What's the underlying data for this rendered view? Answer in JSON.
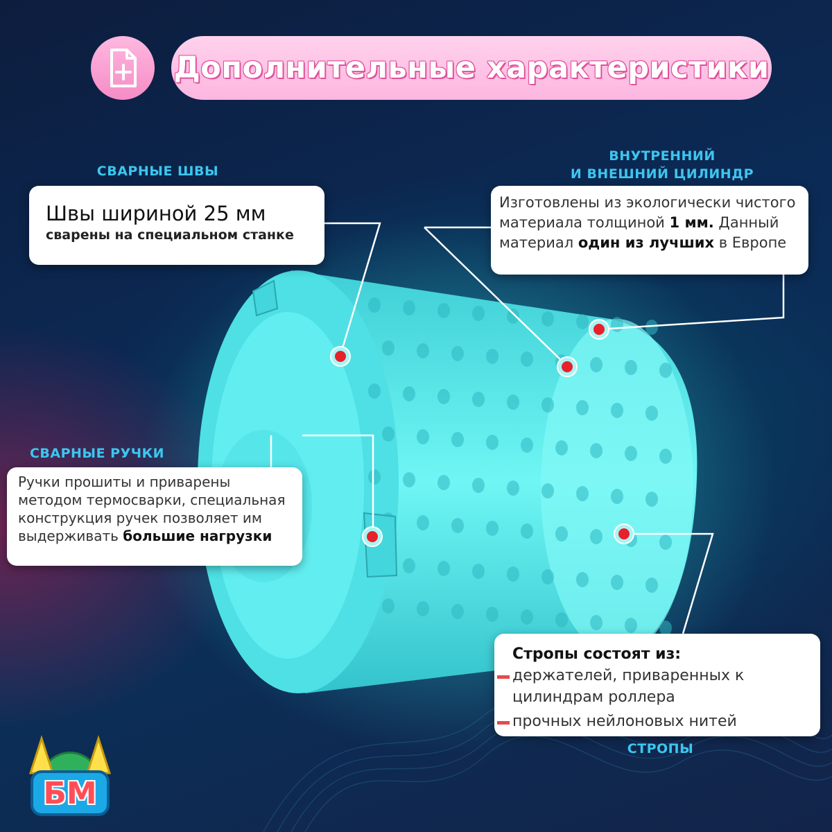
{
  "header": {
    "title": "Дополнительные характеристики",
    "icon": "file-plus-icon"
  },
  "seams": {
    "label": "Сварные швы",
    "big": "Швы шириной 25 мм",
    "small": "сварены на специальном станке"
  },
  "cylinder": {
    "label_line1": "Внутренний",
    "label_line2": "и внешний цилиндр",
    "t1": "Изготовлены из экологически чистого материала толщиной ",
    "t1b": "1 мм.",
    "t2": " Данный материал ",
    "t2b": "один из лучших",
    "t3": " в Европе"
  },
  "handles": {
    "label": "Сварные ручки",
    "t1": "Ручки прошиты и приварены методом термосварки, специальная конструкция ручек позволяет им выдерживать ",
    "t1b": "большие нагрузки"
  },
  "slings": {
    "label": "Стропы",
    "heading": "Стропы состоят из:",
    "items": [
      "держателей, приваренных к цилиндрам роллера",
      "прочных нейлоновых нитей"
    ]
  },
  "logo": {
    "text": "БМ"
  },
  "colors": {
    "accent_pink": "#fdb6e0",
    "label_cyan": "#3cc6ee",
    "marker_red": "#e8202a",
    "cylinder_cyan": "#5ff1f1"
  }
}
